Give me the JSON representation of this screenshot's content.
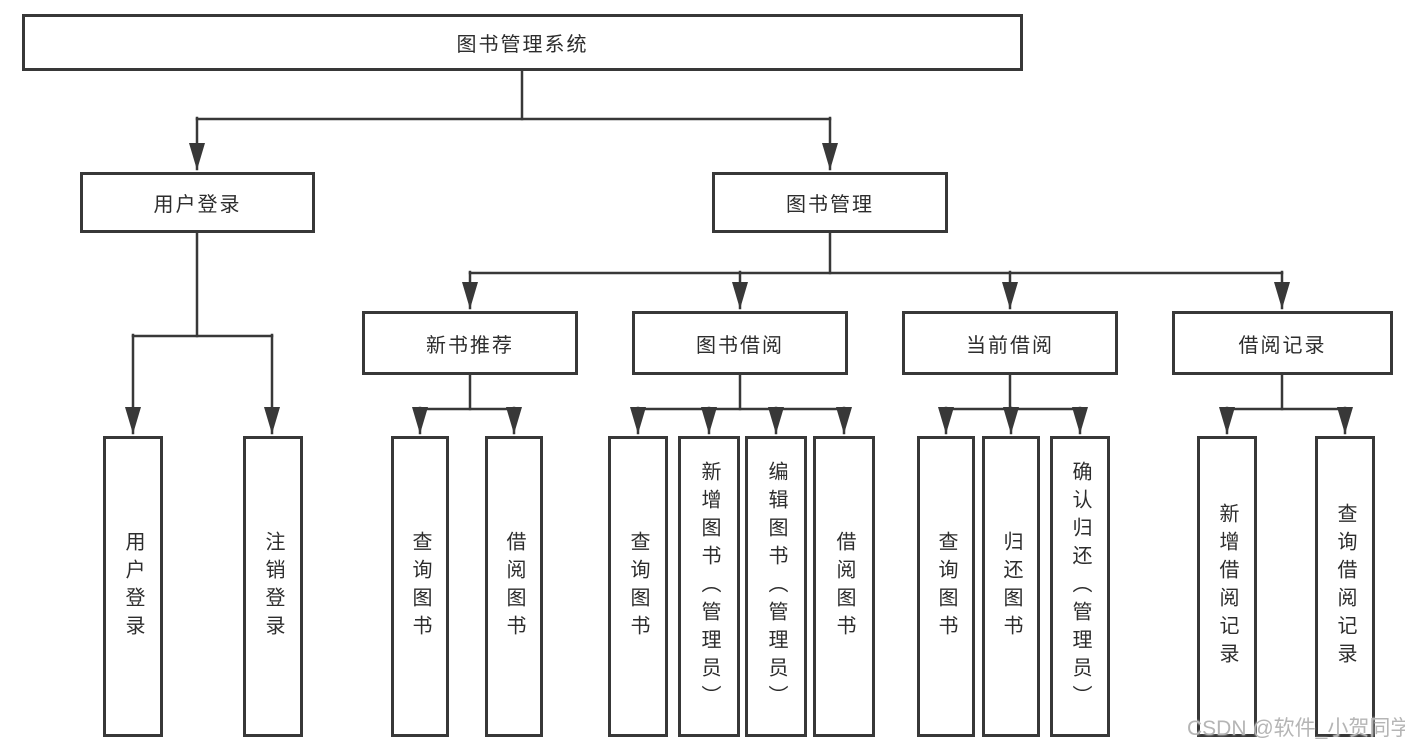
{
  "diagram": {
    "title": "图书管理系统",
    "type": "hierarchy-tree"
  },
  "tree": {
    "label": "图书管理系统",
    "children": [
      {
        "label": "用户登录",
        "children": [
          {
            "label": "用户登录"
          },
          {
            "label": "注销登录"
          }
        ]
      },
      {
        "label": "图书管理",
        "children": [
          {
            "label": "新书推荐",
            "children": [
              {
                "label": "查询图书"
              },
              {
                "label": "借阅图书"
              }
            ]
          },
          {
            "label": "图书借阅",
            "children": [
              {
                "label": "查询图书"
              },
              {
                "label": "新增图书（管理员）"
              },
              {
                "label": "编辑图书（管理员）"
              },
              {
                "label": "借阅图书"
              }
            ]
          },
          {
            "label": "当前借阅",
            "children": [
              {
                "label": "查询图书"
              },
              {
                "label": "归还图书"
              },
              {
                "label": "确认归还（管理员）"
              }
            ]
          },
          {
            "label": "借阅记录",
            "children": [
              {
                "label": "新增借阅记录"
              },
              {
                "label": "查询借阅记录"
              }
            ]
          }
        ]
      }
    ]
  },
  "watermark": {
    "text": "CSDN @软件_小贺同学"
  },
  "colors": {
    "line": "#383838",
    "box_border": "#383838",
    "text": "#2d2d2d",
    "background": "#ffffff",
    "watermark": "#b5b5b5"
  }
}
